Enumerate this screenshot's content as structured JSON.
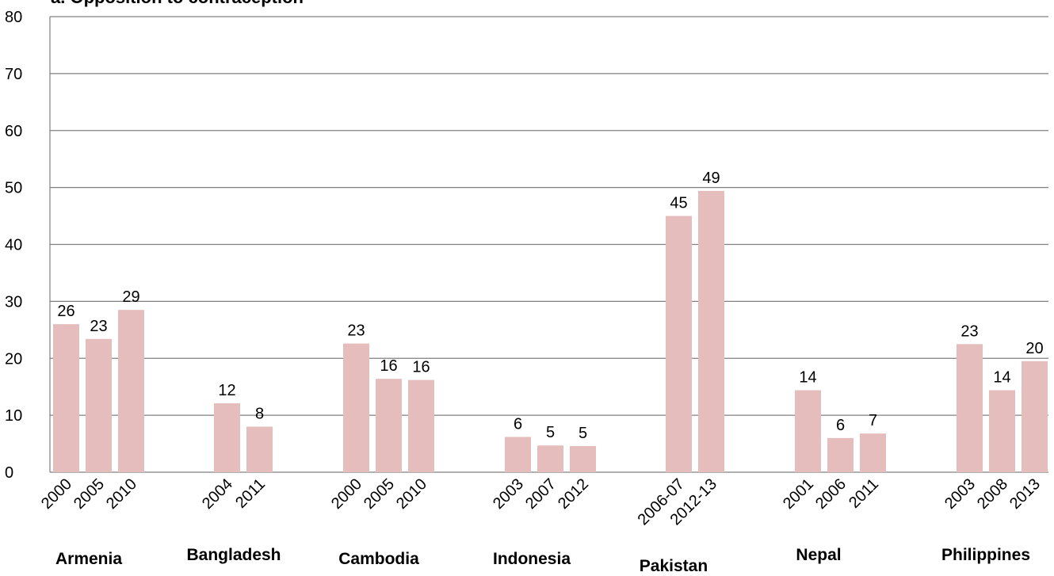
{
  "chart_data": {
    "type": "bar",
    "title": "a. Opposition  to contraception",
    "ylim": [
      0,
      80
    ],
    "yticks": [
      0,
      10,
      20,
      30,
      40,
      50,
      60,
      70,
      80
    ],
    "grid": true,
    "bar_color": "#e6bdbd",
    "axis_color": "#808080",
    "groups": [
      {
        "name": "Armenia",
        "bars": [
          {
            "x": "2000",
            "value": 26,
            "label": "26"
          },
          {
            "x": "2005",
            "value": 23.4,
            "label": "23"
          },
          {
            "x": "2010",
            "value": 28.5,
            "label": "29"
          }
        ]
      },
      {
        "name": "Bangladesh",
        "bars": [
          {
            "x": "2004",
            "value": 12.1,
            "label": "12"
          },
          {
            "x": "2011",
            "value": 8,
            "label": "8"
          }
        ]
      },
      {
        "name": "Cambodia",
        "bars": [
          {
            "x": "2000",
            "value": 22.6,
            "label": "23"
          },
          {
            "x": "2005",
            "value": 16.4,
            "label": "16"
          },
          {
            "x": "2010",
            "value": 16.2,
            "label": "16"
          }
        ]
      },
      {
        "name": "Indonesia",
        "bars": [
          {
            "x": "2003",
            "value": 6.2,
            "label": "6"
          },
          {
            "x": "2007",
            "value": 4.7,
            "label": "5"
          },
          {
            "x": "2012",
            "value": 4.6,
            "label": "5"
          }
        ]
      },
      {
        "name": "Pakistan",
        "bars": [
          {
            "x": "2006-07",
            "value": 45,
            "label": "45"
          },
          {
            "x": "2012-13",
            "value": 49.4,
            "label": "49"
          }
        ]
      },
      {
        "name": "Nepal",
        "bars": [
          {
            "x": "2001",
            "value": 14.4,
            "label": "14"
          },
          {
            "x": "2006",
            "value": 6,
            "label": "6"
          },
          {
            "x": "2011",
            "value": 6.8,
            "label": "7"
          }
        ]
      },
      {
        "name": "Philippines",
        "bars": [
          {
            "x": "2003",
            "value": 22.5,
            "label": "23"
          },
          {
            "x": "2008",
            "value": 14.4,
            "label": "14"
          },
          {
            "x": "2013",
            "value": 19.5,
            "label": "20"
          }
        ]
      }
    ]
  }
}
